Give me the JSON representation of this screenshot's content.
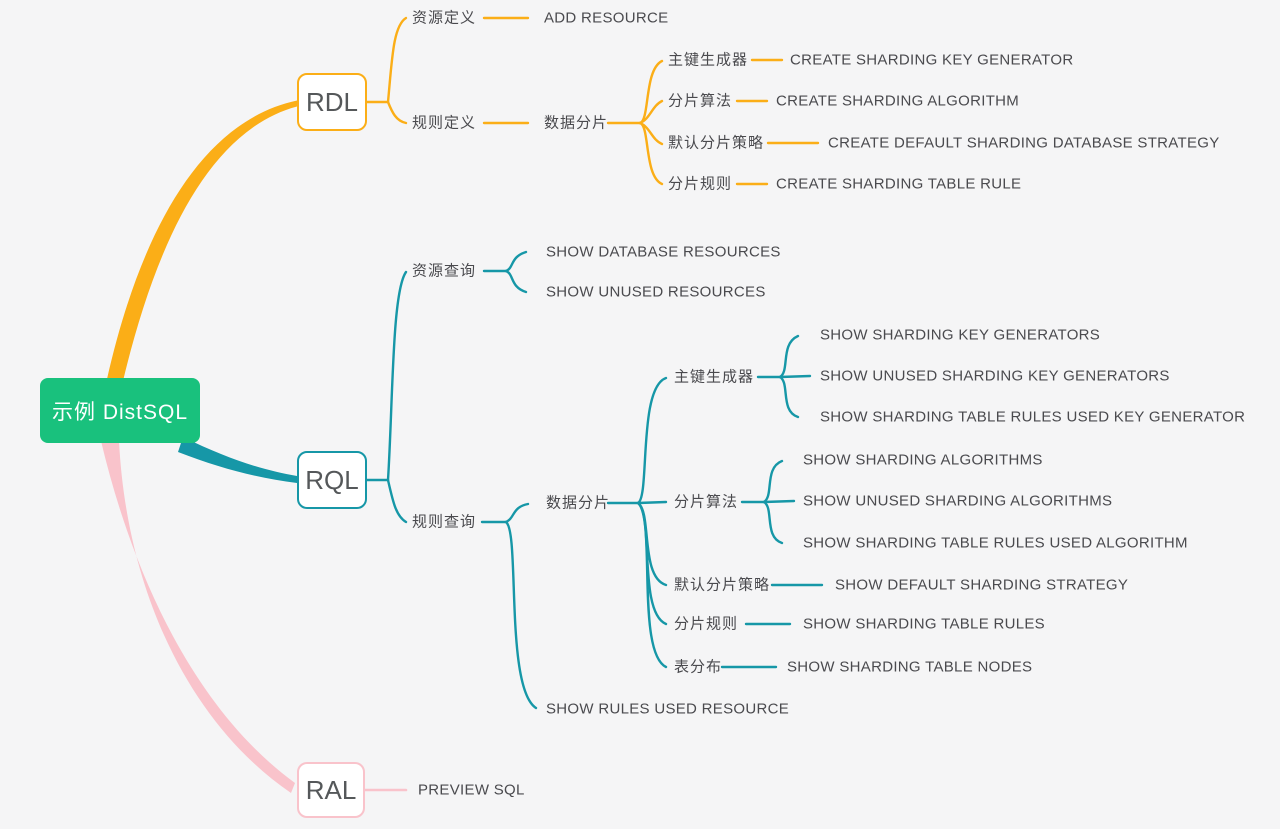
{
  "mindmap": {
    "root": {
      "label": "示例 DistSQL",
      "color": "#19C17D"
    },
    "branches": [
      {
        "label": "RDL",
        "color": "#FBAE17",
        "children": [
          {
            "label": "资源定义",
            "children": [
              {
                "label": "ADD RESOURCE"
              }
            ]
          },
          {
            "label": "规则定义",
            "children": [
              {
                "label": "数据分片",
                "children": [
                  {
                    "label": "主键生成器",
                    "children": [
                      {
                        "label": "CREATE SHARDING KEY GENERATOR"
                      }
                    ]
                  },
                  {
                    "label": "分片算法",
                    "children": [
                      {
                        "label": "CREATE SHARDING ALGORITHM"
                      }
                    ]
                  },
                  {
                    "label": "默认分片策略",
                    "children": [
                      {
                        "label": "CREATE DEFAULT SHARDING DATABASE STRATEGY"
                      }
                    ]
                  },
                  {
                    "label": "分片规则",
                    "children": [
                      {
                        "label": "CREATE SHARDING TABLE RULE"
                      }
                    ]
                  }
                ]
              }
            ]
          }
        ]
      },
      {
        "label": "RQL",
        "color": "#1697A7",
        "children": [
          {
            "label": "资源查询",
            "children": [
              {
                "label": "SHOW DATABASE RESOURCES"
              },
              {
                "label": "SHOW UNUSED RESOURCES"
              }
            ]
          },
          {
            "label": "规则查询",
            "children": [
              {
                "label": "数据分片",
                "children": [
                  {
                    "label": "主键生成器",
                    "children": [
                      {
                        "label": "SHOW SHARDING KEY GENERATORS"
                      },
                      {
                        "label": "SHOW UNUSED SHARDING KEY GENERATORS"
                      },
                      {
                        "label": "SHOW SHARDING TABLE RULES USED KEY GENERATOR"
                      }
                    ]
                  },
                  {
                    "label": "分片算法",
                    "children": [
                      {
                        "label": "SHOW SHARDING ALGORITHMS"
                      },
                      {
                        "label": "SHOW UNUSED SHARDING ALGORITHMS"
                      },
                      {
                        "label": "SHOW SHARDING TABLE RULES USED ALGORITHM"
                      }
                    ]
                  },
                  {
                    "label": "默认分片策略",
                    "children": [
                      {
                        "label": "SHOW DEFAULT SHARDING STRATEGY"
                      }
                    ]
                  },
                  {
                    "label": "分片规则",
                    "children": [
                      {
                        "label": "SHOW SHARDING TABLE RULES"
                      }
                    ]
                  },
                  {
                    "label": "表分布",
                    "children": [
                      {
                        "label": "SHOW SHARDING TABLE NODES"
                      }
                    ]
                  }
                ]
              },
              {
                "label": "SHOW RULES USED RESOURCE"
              }
            ]
          }
        ]
      },
      {
        "label": "RAL",
        "color": "#F9C3CB",
        "children": [
          {
            "label": "PREVIEW SQL"
          }
        ]
      }
    ]
  },
  "colors": {
    "background": "#F5F5F6",
    "topic_text": "#4A4A4E",
    "node_text": "#55585A",
    "root_fill": "#19C17D",
    "root_text": "#FFFFFF",
    "rdl_branch": "#FBAE17",
    "rql_branch": "#1697A7",
    "ral_branch": "#F9C3CB"
  }
}
